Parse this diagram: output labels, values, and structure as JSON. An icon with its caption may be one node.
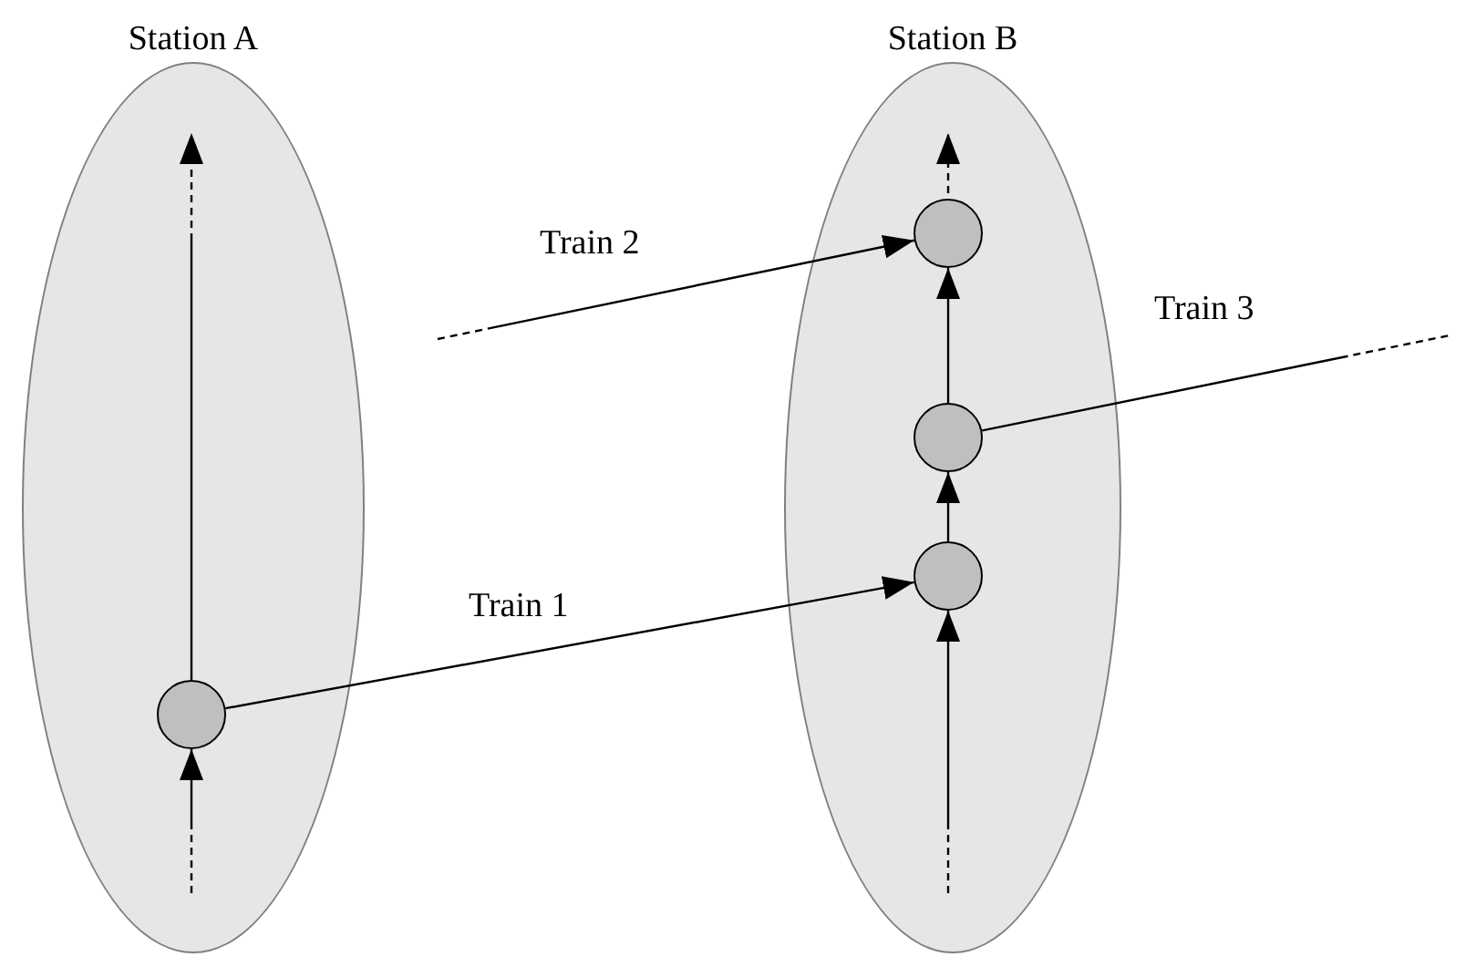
{
  "diagram": {
    "nodes": [
      {
        "text": [
          "Station A"
        ]
      },
      {
        "text": [
          "Station B"
        ]
      },
      {
        "text": [],
        "shape": "circle",
        "in": 0
      },
      {
        "text": [],
        "shape": "circle",
        "in": 1
      },
      {
        "text": [],
        "shape": "circle",
        "in": 1
      },
      {
        "text": [],
        "shape": "circle",
        "in": 1
      }
    ],
    "edges": [
      {
        "from": null,
        "to": 2,
        "arrow": "to",
        "style": "dashed"
      },
      {
        "from": 2,
        "to": null,
        "arrow": "to",
        "style": "dashed"
      },
      {
        "from": 2,
        "to": 5,
        "arrow": "to",
        "label": "Train 1"
      },
      {
        "from": null,
        "to": 3,
        "arrow": "to",
        "label": "Train 2",
        "style": "dashed"
      },
      {
        "from": 4,
        "to": null,
        "arrow": "none",
        "label": "Train 3",
        "style": "dashed"
      },
      {
        "from": null,
        "to": 5,
        "arrow": "to",
        "style": "dashed"
      },
      {
        "from": 5,
        "to": 4,
        "arrow": "to"
      },
      {
        "from": 4,
        "to": 3,
        "arrow": "to"
      },
      {
        "from": 3,
        "to": null,
        "arrow": "to",
        "style": "dashed"
      }
    ]
  }
}
